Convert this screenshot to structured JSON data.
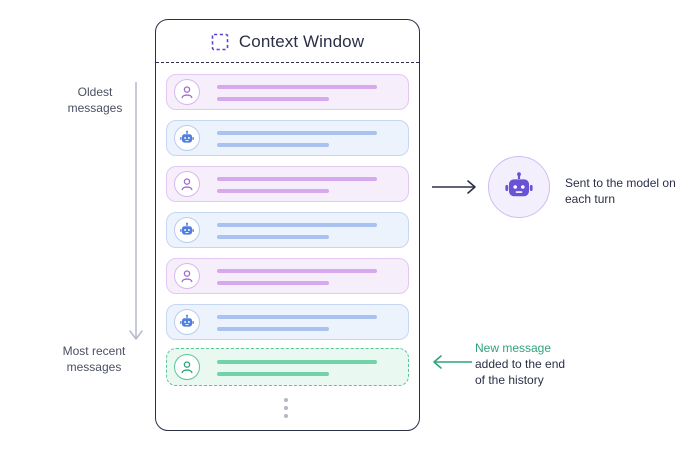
{
  "colors": {
    "frame": "#2c3047",
    "user_accent": "#a06bd0",
    "bot_accent": "#4f7fe0",
    "new_accent": "#2fa37a",
    "model_accent": "#6a52d6"
  },
  "window": {
    "title": "Context Window",
    "icon": "dashed-square-icon"
  },
  "timeline": {
    "start_label": "Oldest messages",
    "end_label": "Most recent messages"
  },
  "messages": [
    {
      "role": "user",
      "icon": "user-icon"
    },
    {
      "role": "assistant",
      "icon": "robot-icon"
    },
    {
      "role": "user",
      "icon": "user-icon"
    },
    {
      "role": "assistant",
      "icon": "robot-icon"
    },
    {
      "role": "user",
      "icon": "user-icon"
    },
    {
      "role": "assistant",
      "icon": "robot-icon"
    },
    {
      "role": "user",
      "icon": "user-icon",
      "state": "new"
    }
  ],
  "model": {
    "icon": "robot-icon",
    "label": "Sent to the model on each turn"
  },
  "new_message": {
    "label_highlight": "New message",
    "label_rest_1": "added to the end",
    "label_rest_2": "of the history"
  }
}
